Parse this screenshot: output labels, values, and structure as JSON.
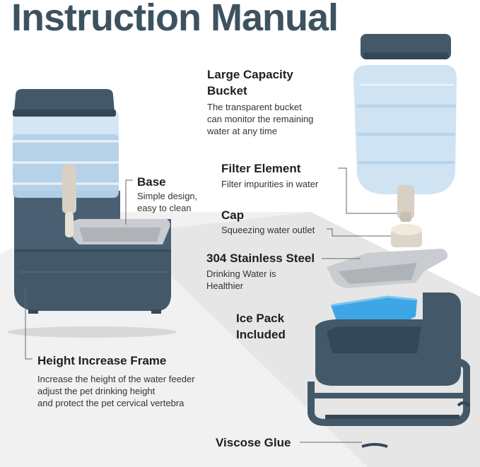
{
  "title": "Instruction Manual",
  "callouts": {
    "bucket": {
      "heading_line1": "Large Capacity",
      "heading_line2": "Bucket",
      "desc_line1": "The transparent bucket",
      "desc_line2": "can monitor the remaining",
      "desc_line3": "water at any time"
    },
    "base": {
      "heading": "Base",
      "desc_line1": "Simple design,",
      "desc_line2": "easy to clean"
    },
    "filter": {
      "heading": "Filter Element",
      "desc": "Filter impurities in water"
    },
    "cap": {
      "heading": "Cap",
      "desc": "Squeezing water outlet"
    },
    "steel": {
      "heading": "304 Stainless Steel",
      "desc_line1": "Drinking Water is",
      "desc_line2": "Healthier"
    },
    "ice": {
      "heading_line1": "Ice Pack",
      "heading_line2": "Included"
    },
    "frame": {
      "heading": "Height Increase Frame",
      "desc_line1": "Increase the height of the water feeder",
      "desc_line2": "adjust the pet drinking height",
      "desc_line3": "and protect the pet cervical vertebra"
    },
    "glue": {
      "heading": "Viscose Glue"
    }
  },
  "colors": {
    "title": "#3d5260",
    "slate": "#43596a",
    "slate_dark": "#34485a",
    "water": "#cfe3f3",
    "ice": "#3ea6e6",
    "steel": "#c9ccd0",
    "floor": "#ebebeb"
  }
}
